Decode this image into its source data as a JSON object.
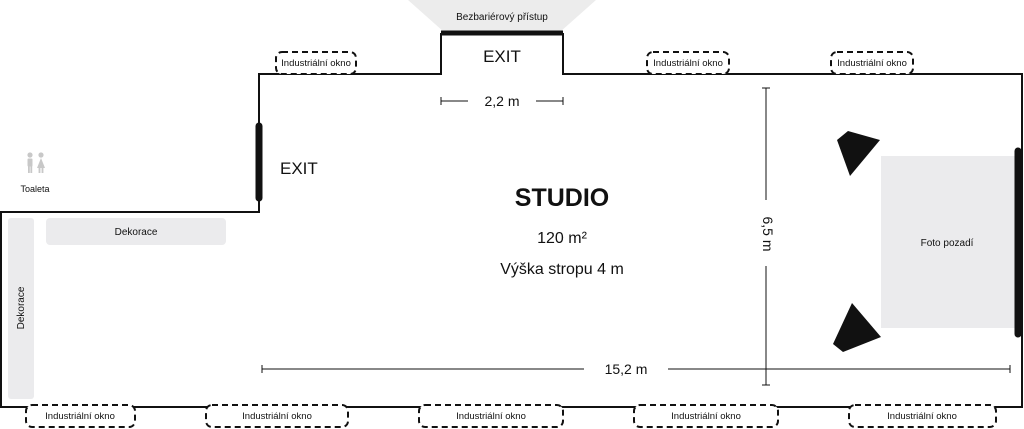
{
  "entrance": {
    "label": "Bezbariérový přístup"
  },
  "room": {
    "title": "STUDIO",
    "area": "120 m²",
    "height": "Výška stropu 4 m"
  },
  "exits": {
    "top": "EXIT",
    "left": "EXIT"
  },
  "dimensions": {
    "door_width": "2,2 m",
    "depth": "6,5 m",
    "length": "15,2 m"
  },
  "restroom": {
    "label": "Toaleta"
  },
  "decor": {
    "horizontal": "Dekorace",
    "vertical": "Dekorace"
  },
  "backdrop": {
    "label": "Foto pozadí"
  },
  "windows": {
    "label": "Industriální okno",
    "top": [
      "Industriální okno",
      "Industriální okno",
      "Industriální okno"
    ],
    "bottom": [
      "Industriální okno",
      "Industriální okno",
      "Industriální okno",
      "Industriální okno",
      "Industriální okno"
    ]
  },
  "colors": {
    "wall": "#111111",
    "panel": "#ebebed",
    "entrance_fill": "#ececec"
  }
}
